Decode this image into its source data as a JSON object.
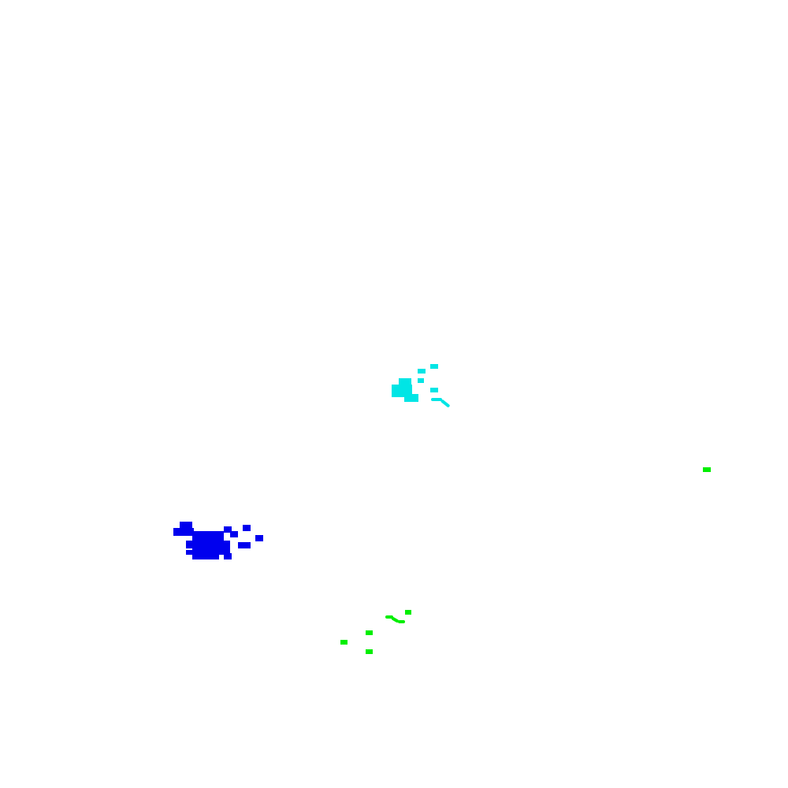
{
  "colors": {
    "background": "#ffffff",
    "cyan_cluster": "#00e5e5",
    "blue_cluster": "#0000ee",
    "green_cluster": "#00ee00"
  },
  "clusters": [
    {
      "name": "cyan-cluster",
      "color": "#00e5e5"
    },
    {
      "name": "blue-cluster",
      "color": "#0000ee"
    },
    {
      "name": "green-cluster",
      "color": "#00ee00"
    }
  ]
}
